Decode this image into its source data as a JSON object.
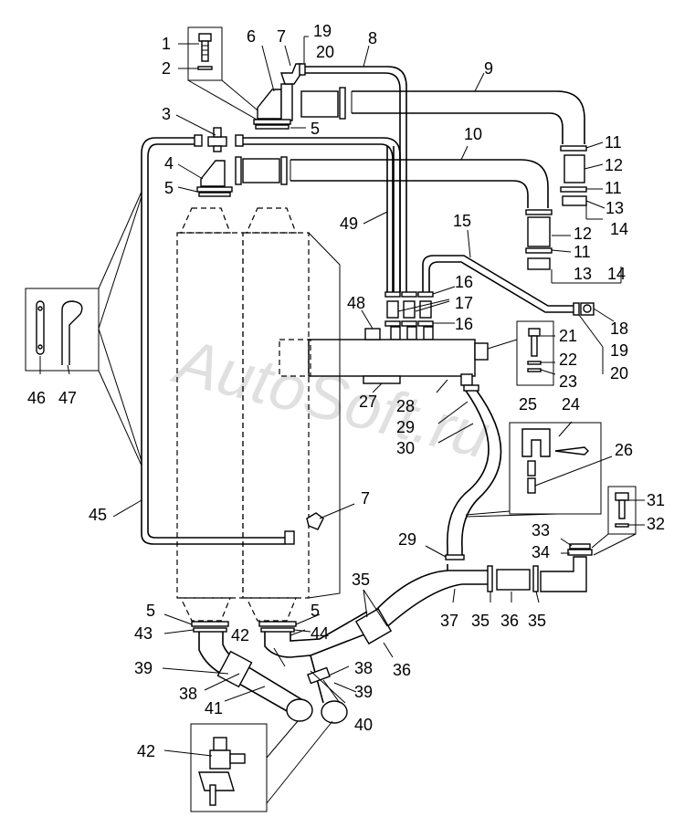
{
  "watermark": "AutoSoft.ru",
  "callouts": {
    "c1": "1",
    "c2": "2",
    "c3": "3",
    "c4": "4",
    "c5a": "5",
    "c5b": "5",
    "c5c": "5",
    "c5d": "5",
    "c6": "6",
    "c7a": "7",
    "c7b": "7",
    "c8": "8",
    "c9": "9",
    "c10": "10",
    "c11a": "11",
    "c11b": "11",
    "c11c": "11",
    "c12a": "12",
    "c12b": "12",
    "c13a": "13",
    "c13b": "13",
    "c14a": "14",
    "c14b": "14",
    "c15": "15",
    "c16a": "16",
    "c16b": "16",
    "c17": "17",
    "c18": "18",
    "c19a": "19",
    "c19b": "19",
    "c20a": "20",
    "c20b": "20",
    "c21": "21",
    "c22": "22",
    "c23": "23",
    "c24": "24",
    "c25": "25",
    "c26": "26",
    "c27": "27",
    "c28": "28",
    "c29a": "29",
    "c29b": "29",
    "c30": "30",
    "c31": "31",
    "c32": "32",
    "c33": "33",
    "c34": "34",
    "c35a": "35",
    "c35b": "35",
    "c35c": "35",
    "c36a": "36",
    "c36b": "36",
    "c37": "37",
    "c38a": "38",
    "c38b": "38",
    "c39a": "39",
    "c39b": "39",
    "c40": "40",
    "c41": "41",
    "c42a": "42",
    "c42b": "42",
    "c43": "43",
    "c44": "44",
    "c45": "45",
    "c46": "46",
    "c47": "47",
    "c48": "48",
    "c49": "49"
  }
}
